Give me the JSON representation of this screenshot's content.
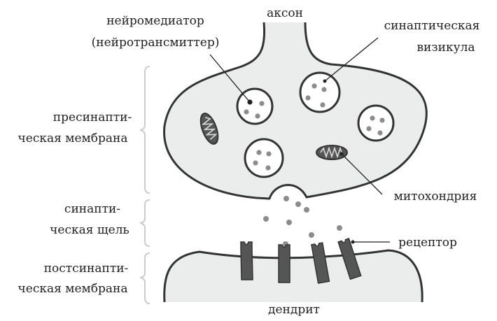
{
  "labels": {
    "axon": "аксон",
    "neurotransmitter_line1": "нейромедиатор",
    "neurotransmitter_line2": "(нейротрансмиттер)",
    "vesicle_line1": "синаптическая",
    "vesicle_line2": "визикула",
    "presynaptic_line1": "пресинапти-",
    "presynaptic_line2": "ческая мембрана",
    "mitochondria": "митохондрия",
    "cleft_line1": "синапти-",
    "cleft_line2": "ческая щель",
    "receptor": "рецептор",
    "postsynaptic_line1": "постсинапти-",
    "postsynaptic_line2": "ческая мембрана",
    "dendrite": "дендрит"
  },
  "colors": {
    "cell_fill": "#ebedec",
    "outline": "#333333",
    "dot": "#8c8c8c",
    "receptor": "#555555",
    "bracket": "#cccccc"
  }
}
